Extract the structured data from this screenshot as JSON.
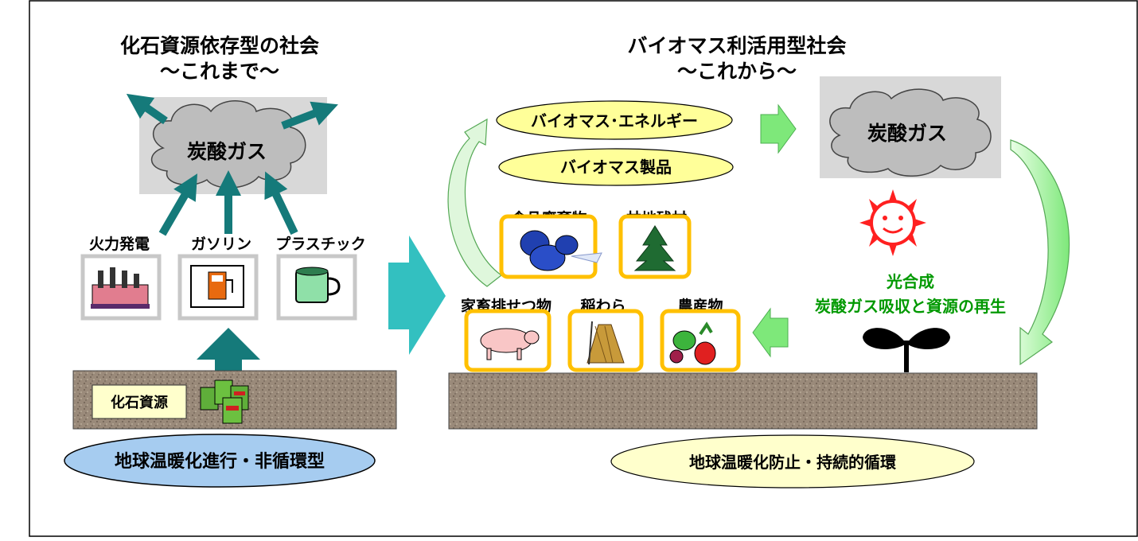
{
  "left": {
    "title_line1": "化石資源依存型の社会",
    "title_line2": "～これまで～",
    "cloud_label": "炭酸ガス",
    "sources": [
      {
        "label": "火力発電",
        "icon": "factory-icon"
      },
      {
        "label": "ガソリン",
        "icon": "gas-pump-icon"
      },
      {
        "label": "プラスチック",
        "icon": "mug-icon"
      }
    ],
    "ground_label": "化石資源",
    "ground_icon": "oil-barrels-icon",
    "footer": "地球温暖化進行・非循環型",
    "colors": {
      "arrow": "#157a7a",
      "cloud": "#bdbdbd",
      "footer": "#a6ccf0"
    }
  },
  "right": {
    "title_line1": "バイオマス利活用型社会",
    "title_line2": "～これから～",
    "products": [
      "バイオマス･エネルギー",
      "バイオマス製品"
    ],
    "cloud_label": "炭酸ガス",
    "resources_top": [
      {
        "label": "食品廃棄物",
        "icon": "garbage-bags-icon"
      },
      {
        "label": "林地残材",
        "icon": "tree-icon"
      }
    ],
    "resources_bottom": [
      {
        "label": "家畜排せつ物",
        "icon": "pig-icon"
      },
      {
        "label": "稲わら",
        "icon": "straw-icon"
      },
      {
        "label": "農産物",
        "icon": "vegetables-icon"
      }
    ],
    "photosynthesis_line1": "光合成",
    "photosynthesis_line2": "炭酸ガス吸収と資源の再生",
    "footer": "地球温暖化防止・持続的循環",
    "colors": {
      "green_arrow": "#7ee87a",
      "frame": "#ffc000",
      "ellipse": "#ffff99",
      "text_green": "#009900",
      "sun": "#ff2020"
    }
  }
}
